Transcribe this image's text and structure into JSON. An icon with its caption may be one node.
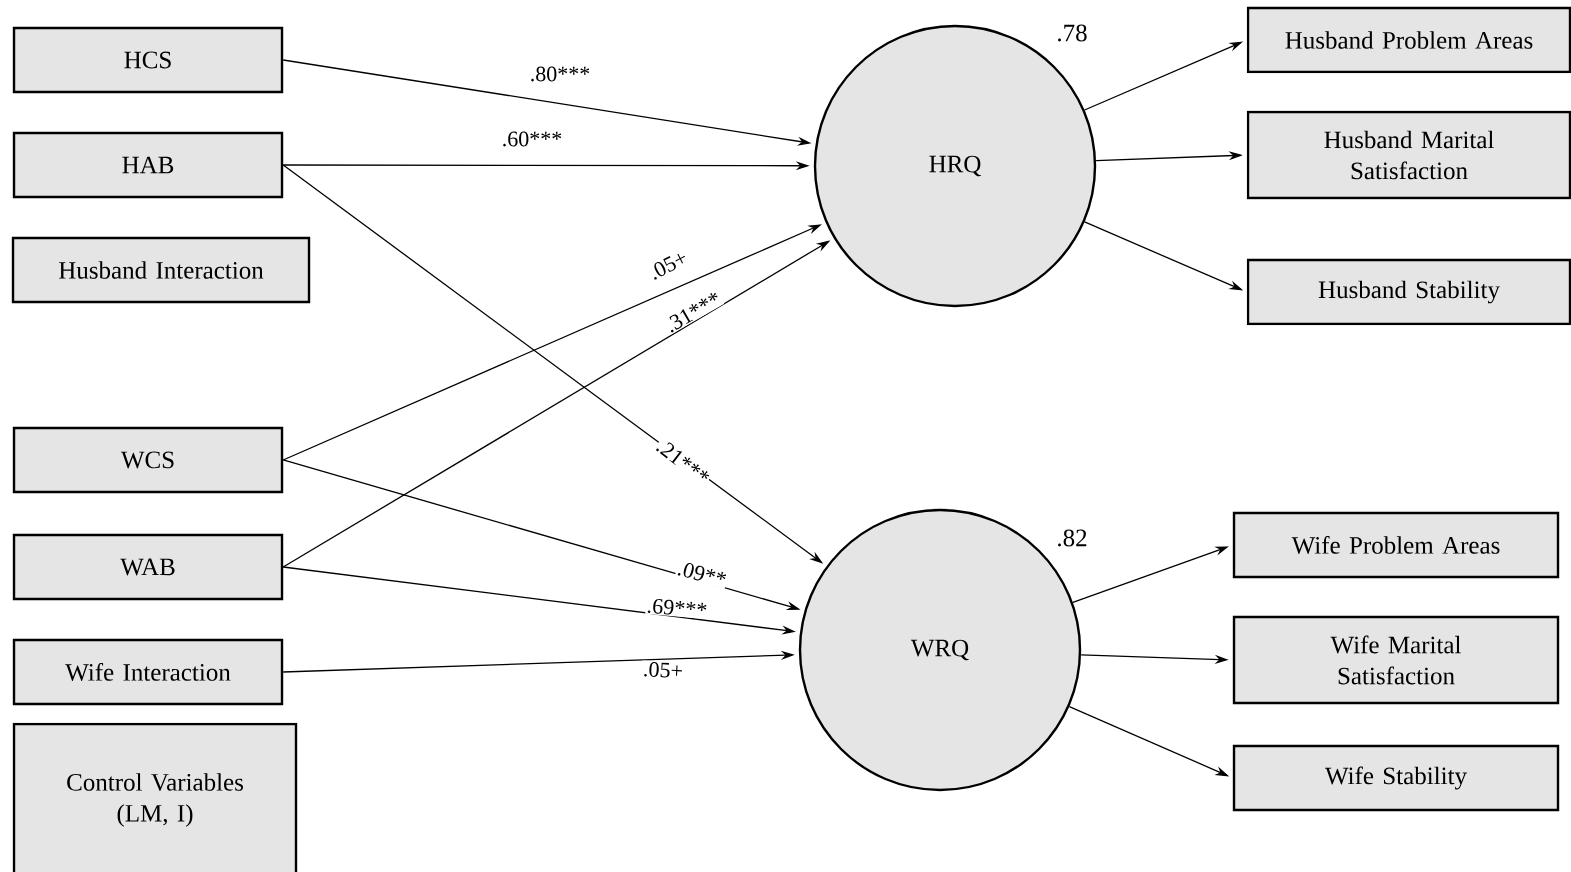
{
  "diagram": {
    "nodes": [
      {
        "text": [
          "HCS"
        ]
      },
      {
        "text": [
          "HAB"
        ]
      },
      {
        "text": [
          "Husband Interaction"
        ]
      },
      {
        "text": [
          "WCS"
        ]
      },
      {
        "text": [
          "WAB"
        ]
      },
      {
        "text": [
          "Wife Interaction"
        ]
      },
      {
        "text": [
          "Control Variables (LM, I)"
        ]
      },
      {
        "text": [
          "HRQ"
        ],
        "beside": [
          ".78"
        ]
      },
      {
        "text": [
          "WRQ"
        ],
        "beside": [
          ".82"
        ]
      },
      {
        "text": [
          "Husband Problem Areas"
        ]
      },
      {
        "text": [
          "Husband Marital Satisfaction"
        ]
      },
      {
        "text": [
          "Husband Stability"
        ]
      },
      {
        "text": [
          "Wife Problem Areas"
        ]
      },
      {
        "text": [
          "Wife Marital Satisfaction"
        ]
      },
      {
        "text": [
          "Wife Stability"
        ]
      }
    ],
    "edges": [
      {
        "from": 0,
        "to": 7,
        "arrow": "to",
        "label": ".80***"
      },
      {
        "from": 1,
        "to": 7,
        "arrow": "to",
        "label": ".60***"
      },
      {
        "from": 1,
        "to": 8,
        "arrow": "to",
        "label": ".21***"
      },
      {
        "from": 3,
        "to": 7,
        "arrow": "to",
        "label": ".05+"
      },
      {
        "from": 3,
        "to": 8,
        "arrow": "to",
        "label": ".09**"
      },
      {
        "from": 4,
        "to": 7,
        "arrow": "to",
        "label": ".31***"
      },
      {
        "from": 4,
        "to": 8,
        "arrow": "to",
        "label": ".69***"
      },
      {
        "from": 5,
        "to": 8,
        "arrow": "to",
        "label": ".05+"
      },
      {
        "from": 7,
        "to": 9,
        "arrow": "to"
      },
      {
        "from": 7,
        "to": 10,
        "arrow": "to"
      },
      {
        "from": 7,
        "to": 11,
        "arrow": "to"
      },
      {
        "from": 8,
        "to": 12,
        "arrow": "to"
      },
      {
        "from": 8,
        "to": 13,
        "arrow": "to"
      },
      {
        "from": 8,
        "to": 14,
        "arrow": "to"
      }
    ]
  }
}
